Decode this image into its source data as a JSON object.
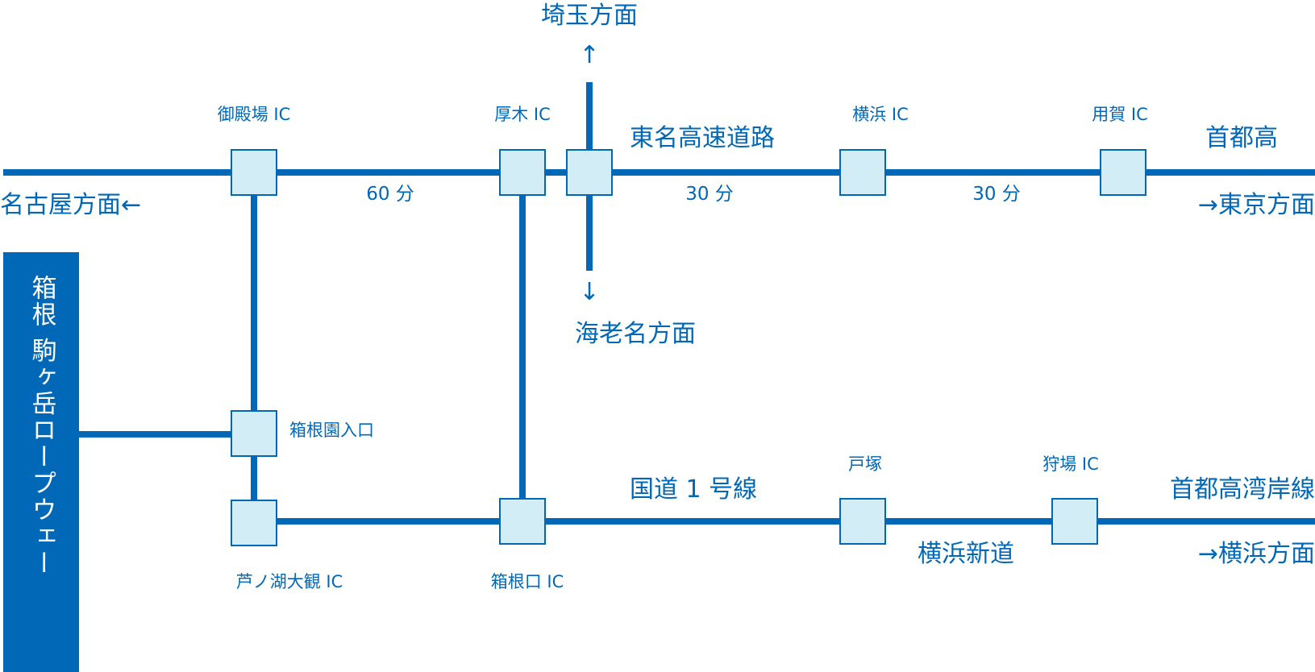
{
  "colors": {
    "road": "#0068b7",
    "interchange_fill": "#d3edf7",
    "text": "#0068b7"
  },
  "directions": {
    "saitama": "埼玉方面",
    "up_arrow": "↑",
    "nagoya": "名古屋方面←",
    "tokyo": "→東京方面",
    "down_arrow": "↓",
    "ebina": "海老名方面",
    "yokohama": "→横浜方面"
  },
  "roads": {
    "tomei": "東名高速道路",
    "shutoko": "首都高",
    "route1": "国道 1 号線",
    "wangan": "首都高湾岸線",
    "yokohama_shindo": "横浜新道"
  },
  "times": {
    "gotemba_atsugi": "60 分",
    "atsugi_yokohama": "30 分",
    "yokohama_yoga": "30 分"
  },
  "interchanges": {
    "gotemba": "御殿場 IC",
    "atsugi": "厚木 IC",
    "yokohama": "横浜 IC",
    "yoga": "用賀 IC",
    "hakoneen": "箱根園入口",
    "ashinoko": "芦ノ湖大観 IC",
    "hakoneguchi": "箱根口 IC",
    "totsuka": "戸塚",
    "kariba": "狩場 IC"
  },
  "ropeway": "箱根 駒ヶ岳ロープウェー"
}
